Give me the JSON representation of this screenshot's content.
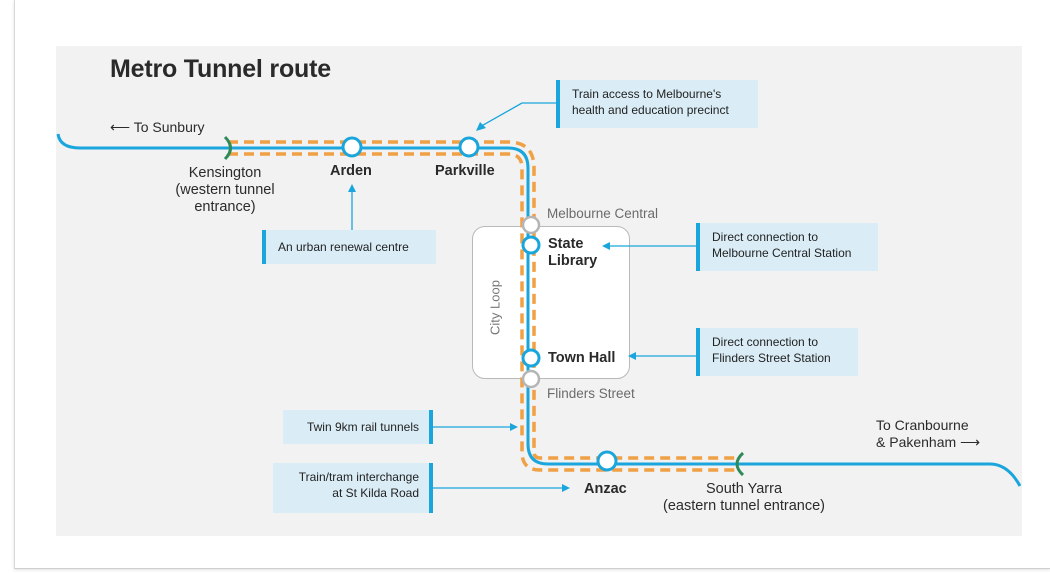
{
  "title": "Metro Tunnel route",
  "directions": {
    "west": "⟵ To Sunbury",
    "east_line1": "To Cranbourne",
    "east_line2": "& Pakenham ⟶"
  },
  "stations": {
    "kensington": [
      "Kensington",
      "(western tunnel",
      "entrance)"
    ],
    "arden": "Arden",
    "parkville": "Parkville",
    "melbourne_central": "Melbourne Central",
    "state_library": [
      "State",
      "Library"
    ],
    "town_hall": "Town Hall",
    "flinders_street": "Flinders Street",
    "anzac": "Anzac",
    "south_yarra": [
      "South Yarra",
      "(eastern tunnel entrance)"
    ]
  },
  "city_loop": "City Loop",
  "callouts": {
    "parkville": [
      "Train access to Melbourne's",
      "health and education precinct"
    ],
    "arden": "An urban renewal centre",
    "state_library": [
      "Direct connection to",
      "Melbourne Central Station"
    ],
    "town_hall": [
      "Direct connection to",
      "Flinders Street Station"
    ],
    "tunnels": "Twin 9km rail tunnels",
    "anzac": [
      "Train/tram interchange",
      "at St Kilda Road"
    ]
  },
  "colors": {
    "line": "#1aa6dc",
    "tunnel": "#f0a045",
    "callout_bg": "#daedf6",
    "panel_bg": "#f2f2f3"
  }
}
